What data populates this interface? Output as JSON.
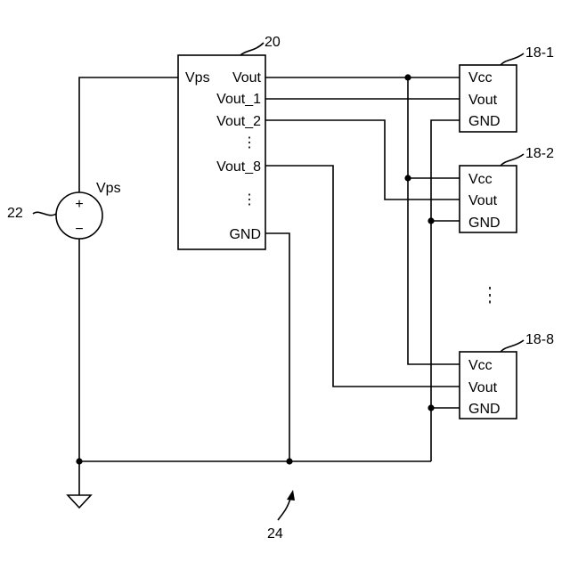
{
  "controller": {
    "ref": "20",
    "pins_left": [
      "Vps"
    ],
    "pins_right": [
      "Vout",
      "Vout_1",
      "Vout_2",
      "Vout_8",
      "GND"
    ]
  },
  "source": {
    "ref": "22",
    "label": "Vps",
    "plus": "+",
    "minus": "−"
  },
  "devices": [
    {
      "ref": "18-1",
      "pins": [
        "Vcc",
        "Vout",
        "GND"
      ]
    },
    {
      "ref": "18-2",
      "pins": [
        "Vcc",
        "Vout",
        "GND"
      ]
    },
    {
      "ref": "18-8",
      "pins": [
        "Vcc",
        "Vout",
        "GND"
      ]
    }
  ],
  "ellipsis": "⋮",
  "bus_ref": "24"
}
